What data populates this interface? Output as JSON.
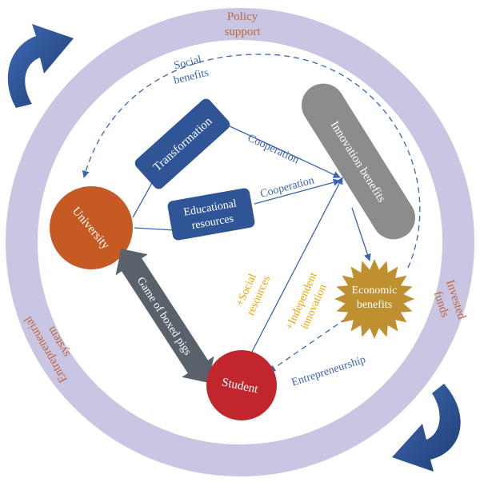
{
  "ring_labels": {
    "policy_support": [
      "Policy",
      "support"
    ],
    "invested_funds": [
      "Invested",
      "funds"
    ],
    "entrepreneurial_system": [
      "Entrepreneurial",
      "system"
    ]
  },
  "nodes": {
    "university": "University",
    "student": "Student",
    "transformation": "Transformation",
    "educational_resources": [
      "Educational",
      "resources"
    ],
    "innovation_benefits": "Innovation benefits",
    "economic_benefits": [
      "Economic",
      "benefits"
    ]
  },
  "edge_labels": {
    "social_benefits": [
      "Social",
      "benefits"
    ],
    "cooperation_top": "Cooperation",
    "cooperation_mid": "Cooperation",
    "game_of_boxed_pigs": "Game of boxed pigs",
    "social_resources": [
      "+Social",
      "resources"
    ],
    "independent_innovation": [
      "+Independent",
      "innovation"
    ],
    "entrepreneurship": "Entrepreneurship"
  },
  "colors": {
    "ring": "#c9c6e3",
    "ring_text": "#c0663a",
    "blue_text": "#3a65b0",
    "blue_box": "#2f5597",
    "university": "#c55a25",
    "student": "#c0262c",
    "innovation": "#8c8c8c",
    "economic": "#bf9030",
    "gray_arrow": "#59616a",
    "orange_text": "#f2a400",
    "swoosh": "#2c4f8f"
  }
}
